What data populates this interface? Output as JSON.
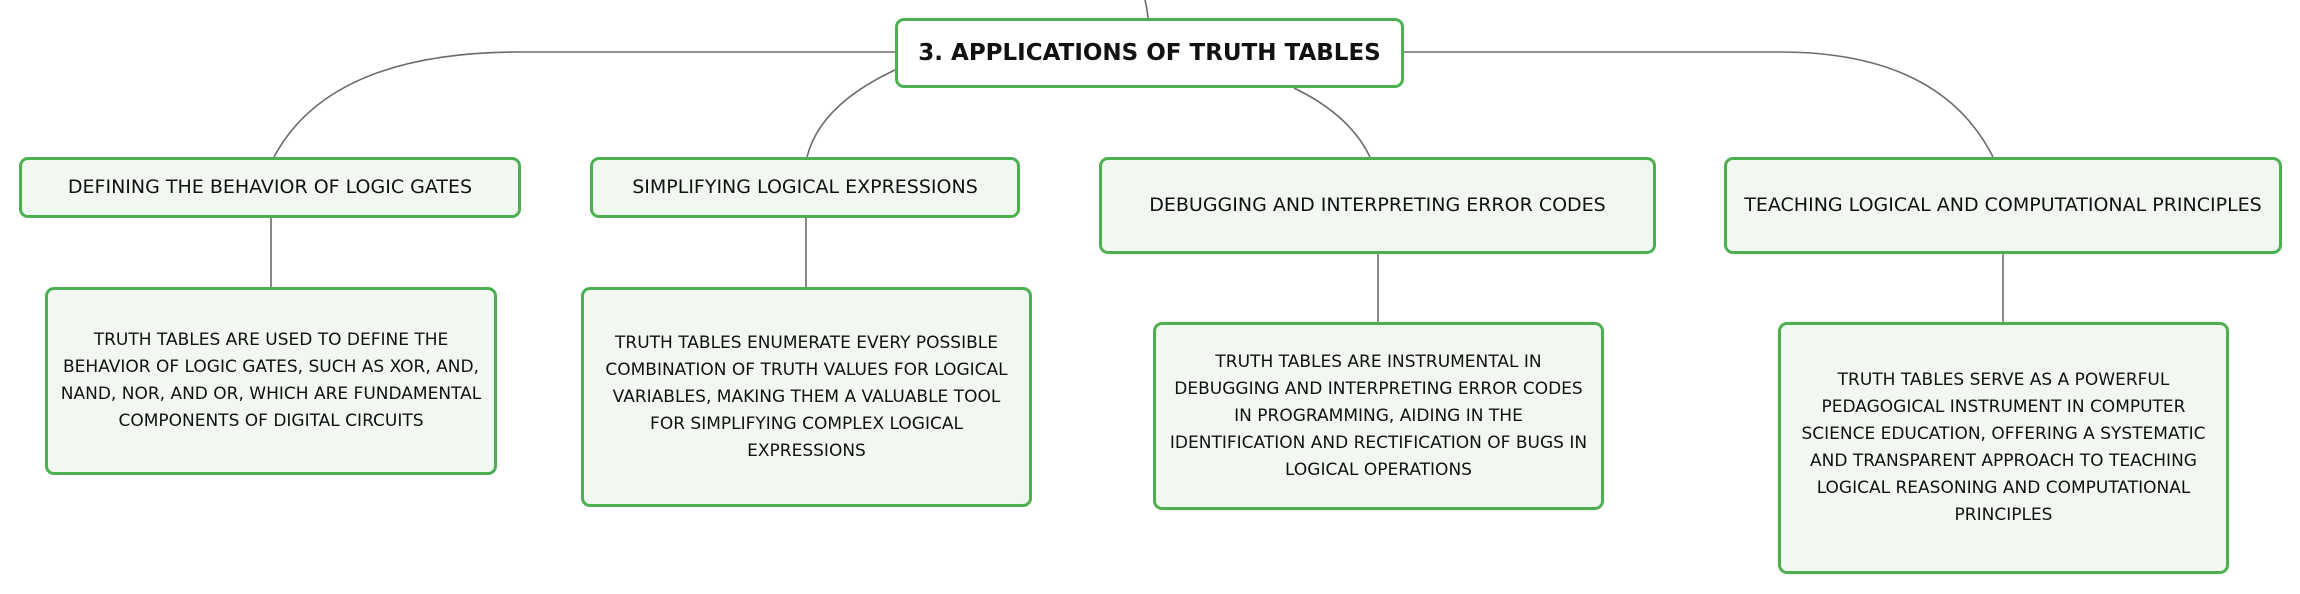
{
  "mindmap": {
    "root": {
      "title": "3. APPLICATIONS OF TRUTH TABLES"
    },
    "branches": [
      {
        "title": "DEFINING THE BEHAVIOR OF LOGIC GATES",
        "detail": "TRUTH TABLES ARE USED TO DEFINE THE BEHAVIOR OF LOGIC GATES, SUCH AS XOR, AND, NAND, NOR, AND OR, WHICH ARE FUNDAMENTAL COMPONENTS OF DIGITAL CIRCUITS"
      },
      {
        "title": "SIMPLIFYING LOGICAL EXPRESSIONS",
        "detail": "TRUTH TABLES ENUMERATE EVERY POSSIBLE COMBINATION OF TRUTH VALUES FOR LOGICAL VARIABLES, MAKING THEM A VALUABLE TOOL FOR SIMPLIFYING COMPLEX LOGICAL EXPRESSIONS"
      },
      {
        "title": "DEBUGGING AND INTERPRETING ERROR CODES",
        "detail": "TRUTH TABLES ARE INSTRUMENTAL IN DEBUGGING AND INTERPRETING ERROR CODES IN PROGRAMMING, AIDING IN THE IDENTIFICATION AND RECTIFICATION OF BUGS IN LOGICAL OPERATIONS"
      },
      {
        "title": "TEACHING LOGICAL AND COMPUTATIONAL PRINCIPLES",
        "detail": "TRUTH TABLES SERVE AS A POWERFUL PEDAGOGICAL INSTRUMENT IN COMPUTER SCIENCE EDUCATION, OFFERING A SYSTEMATIC AND TRANSPARENT APPROACH TO TEACHING LOGICAL REASONING AND COMPUTATIONAL PRINCIPLES"
      }
    ]
  },
  "colors": {
    "node_border": "#4cb050",
    "node_fill": "#f1f8f2",
    "root_fill": "#ffffff",
    "connector": "#6b6b6b",
    "text": "#111111"
  }
}
